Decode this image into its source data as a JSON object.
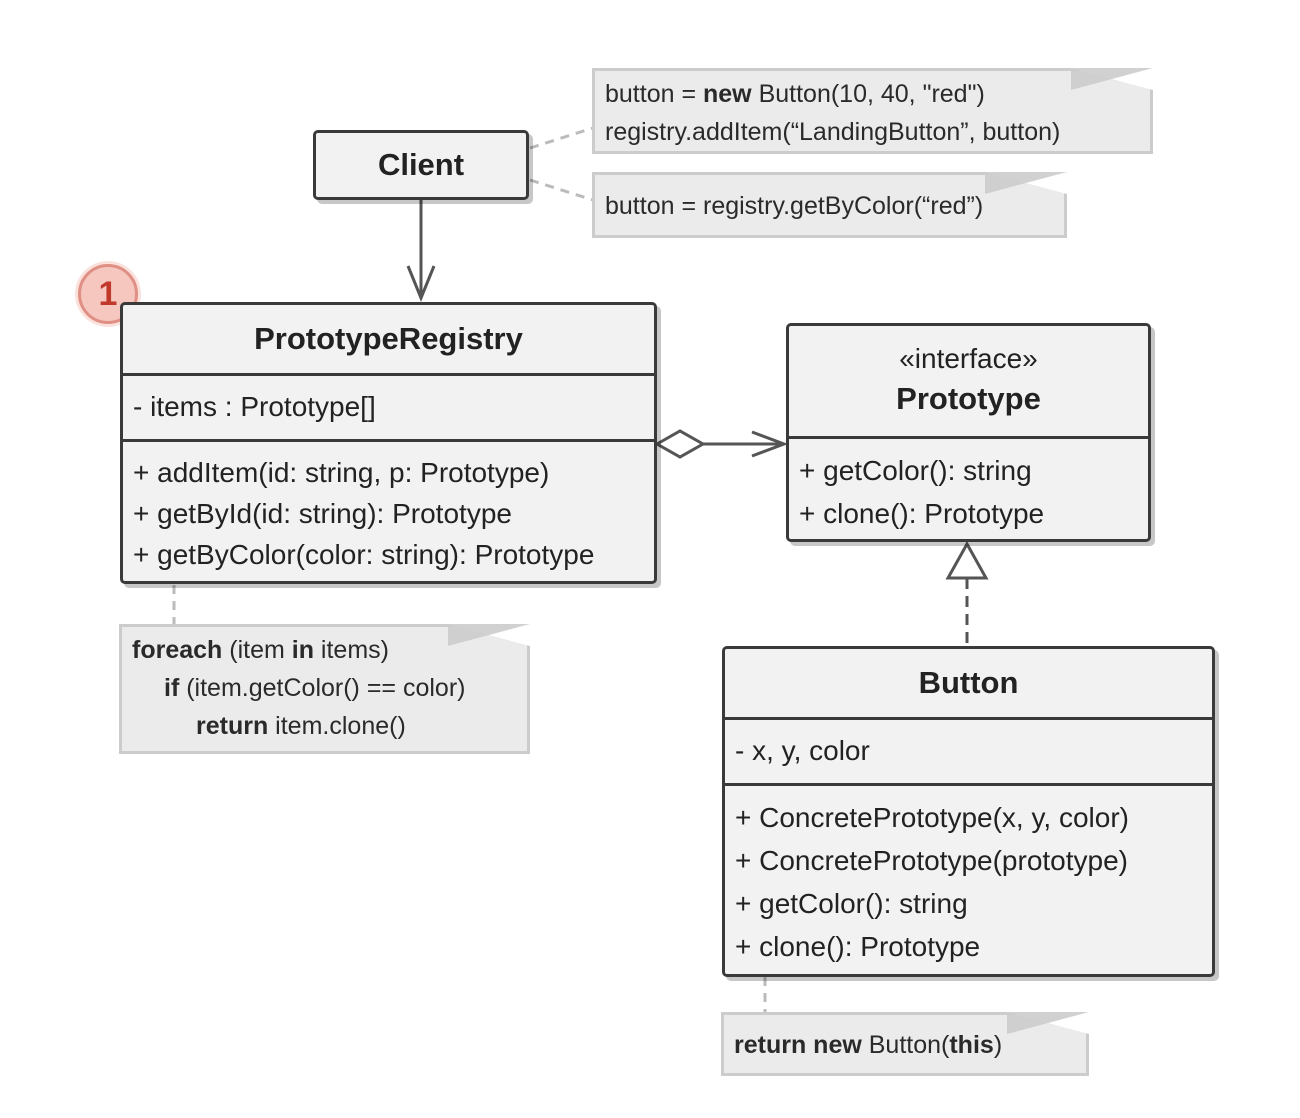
{
  "badge": "1",
  "client": {
    "name": "Client"
  },
  "registry": {
    "name": "PrototypeRegistry",
    "fields": [
      "- items : Prototype[]"
    ],
    "methods": [
      "+ addItem(id: string, p: Prototype)",
      "+ getById(id: string): Prototype",
      "+ getByColor(color: string): Prototype"
    ]
  },
  "prototype": {
    "stereotype": "«interface»",
    "name": "Prototype",
    "methods": [
      "+ getColor(): string",
      "+ clone(): Prototype"
    ]
  },
  "button": {
    "name": "Button",
    "fields": [
      "- x, y, color"
    ],
    "methods": [
      "+ ConcretePrototype(x, y, color)",
      "+ ConcretePrototype(prototype)",
      "+ getColor(): string",
      "+ clone(): Prototype"
    ]
  },
  "notes": {
    "client_add": {
      "l1_a": "button = ",
      "l1_kw": "new",
      "l1_b": " Button(10, 40, \"red\")",
      "l2": "registry.addItem(“LandingButton”, button)"
    },
    "client_get": {
      "l1": "button = registry.getByColor(“red”)"
    },
    "registry": {
      "l1_kw": "foreach",
      "l1_a": " (item ",
      "l1_kw2": "in",
      "l1_b": " items)",
      "l2_kw": "if",
      "l2_a": " (item.getColor() == color)",
      "l3_kw": "return",
      "l3_a": " item.clone()"
    },
    "button": {
      "kw1": "return new",
      "a": " Button(",
      "kw2": "this",
      "b": ")"
    }
  },
  "colors": {
    "border": "#3a3a3a",
    "box_fill": "#f2f2f2",
    "note_fill": "#ebebeb",
    "note_border": "#cccccc",
    "connector": "#555555",
    "dotted": "#bbbbbb",
    "badge_fill": "#f6c7bf",
    "badge_text": "#c0392b"
  }
}
